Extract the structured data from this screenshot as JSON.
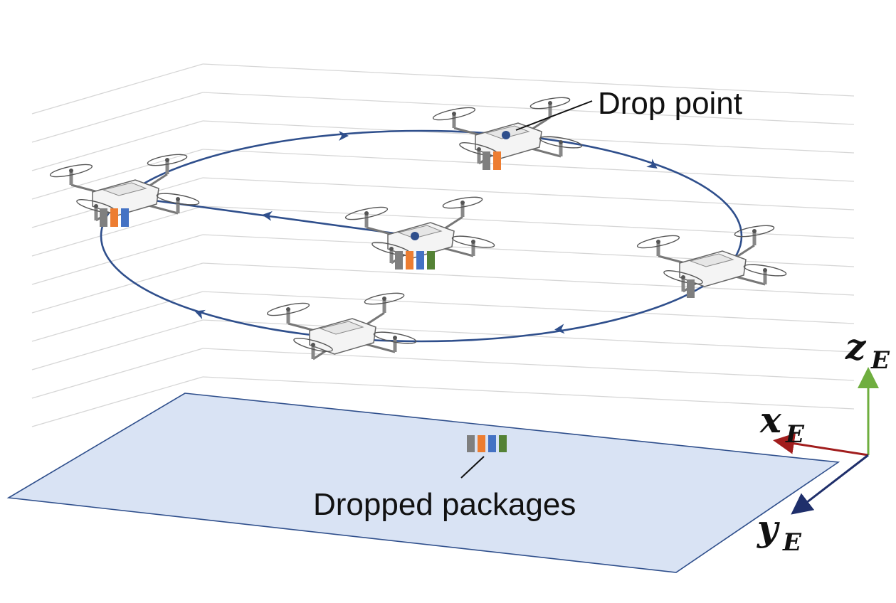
{
  "labels": {
    "drop_point": "Drop point",
    "dropped_packages": "Dropped packages"
  },
  "axes": {
    "x": {
      "letter": "x",
      "sub": "E",
      "color": "#a11d1d"
    },
    "y": {
      "letter": "y",
      "sub": "E",
      "color": "#1f2f6b"
    },
    "z": {
      "letter": "z",
      "sub": "E",
      "color": "#6fae3f"
    }
  },
  "colors": {
    "trajectory": "#2f4f8c",
    "ground_fill": "#d9e3f4",
    "ground_stroke": "#2f4f8c",
    "grid": "#d6d6d6"
  },
  "package_colors": [
    "#7f7f7f",
    "#ed7d31",
    "#4472c4",
    "#548235"
  ],
  "drones": [
    {
      "id": "center",
      "packages": 4,
      "marked": true
    },
    {
      "id": "left",
      "packages": 3,
      "marked": false
    },
    {
      "id": "top",
      "packages": 2,
      "marked": true
    },
    {
      "id": "right",
      "packages": 1,
      "marked": false
    },
    {
      "id": "bottom",
      "packages": 0,
      "marked": false
    }
  ],
  "ground_packages": 4,
  "icons": [
    "quadcopter-icon",
    "package-icon",
    "direction-arrow-icon"
  ]
}
